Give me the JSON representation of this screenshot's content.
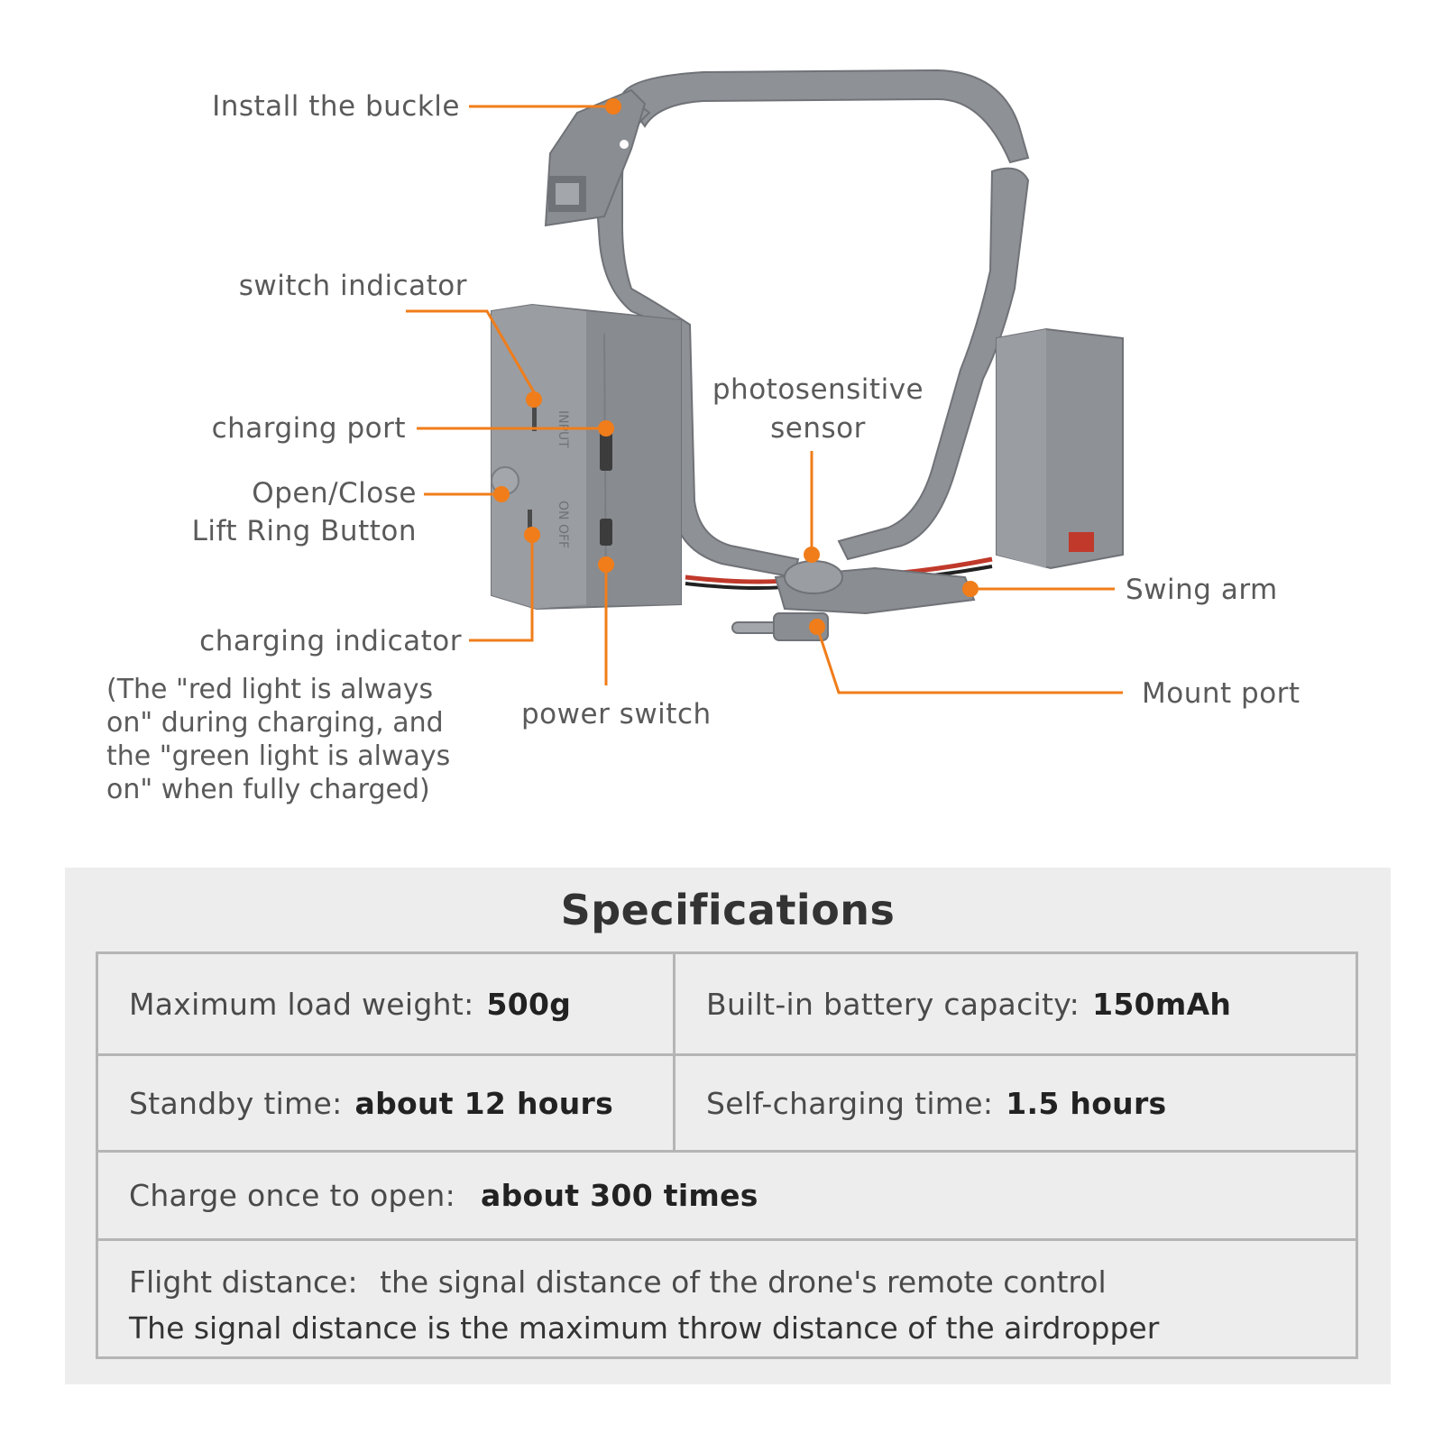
{
  "callouts": {
    "install_buckle": "Install the buckle",
    "switch_indicator": "switch indicator",
    "charging_port": "charging port",
    "open_close_line1": "Open/Close",
    "open_close_line2": "Lift Ring Button",
    "charging_indicator": "charging indicator",
    "charging_indicator_note": "(The \"red light is always\non\" during charging, and\nthe \"green light is always\non\" when fully charged)",
    "photosensitive_line1": "photosensitive",
    "photosensitive_line2": "sensor",
    "power_switch": "power switch",
    "swing_arm": "Swing arm",
    "mount_port": "Mount port"
  },
  "device_markings": {
    "input": "INPUT",
    "on_off": "ON OFF"
  },
  "colors": {
    "accent": "#f07d1a",
    "device_gray": "#8e9196",
    "panel_bg": "#ededed"
  },
  "specifications": {
    "title": "Specifications",
    "max_load_label": "Maximum load weight:",
    "max_load_value": "500g",
    "battery_label": "Built-in battery capacity:",
    "battery_value": "150mAh",
    "standby_label": "Standby time:",
    "standby_value": "about 12 hours",
    "self_charging_label": "Self-charging time:",
    "self_charging_value": "1.5 hours",
    "charge_once_label": "Charge once to open:",
    "charge_once_value": "about 300 times",
    "flight_label": "Flight distance:",
    "flight_value": "the signal distance of the drone's remote control",
    "flight_note": "The signal distance is the maximum throw distance of the airdropper"
  }
}
